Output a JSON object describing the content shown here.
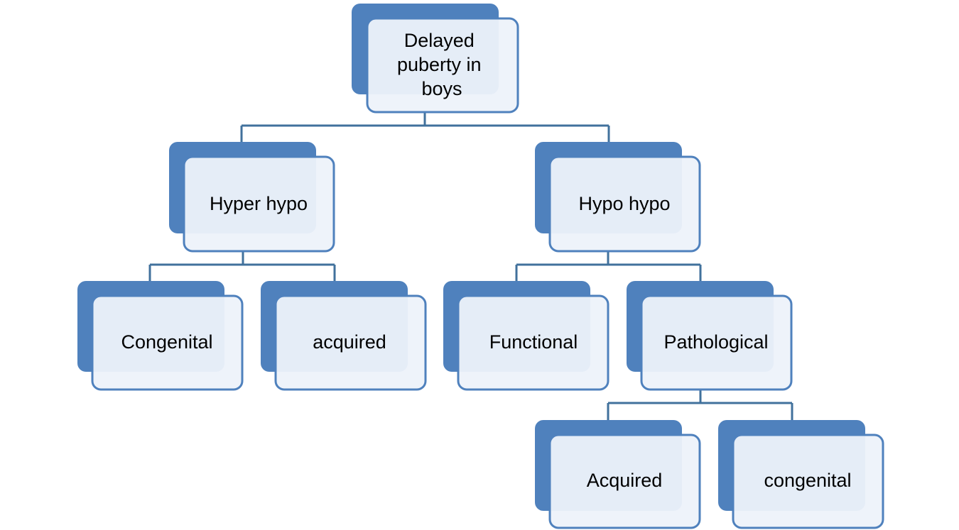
{
  "colors": {
    "back_box": "#4f81bd",
    "front_box_fill": "#edf2fa",
    "front_box_stroke": "#4f81bd",
    "connector": "#41719c",
    "text": "#000000"
  },
  "nodes": {
    "root": {
      "lines": [
        "Delayed",
        "puberty in",
        "boys"
      ]
    },
    "hyper": {
      "label": "Hyper hypo"
    },
    "hypo": {
      "label": "Hypo hypo"
    },
    "hyper_congenital": {
      "label": "Congenital"
    },
    "hyper_acquired": {
      "label": "acquired"
    },
    "hypo_functional": {
      "label": "Functional"
    },
    "hypo_pathological": {
      "label": "Pathological"
    },
    "path_acquired": {
      "label": "Acquired"
    },
    "path_congenital": {
      "label": "congenital"
    }
  }
}
